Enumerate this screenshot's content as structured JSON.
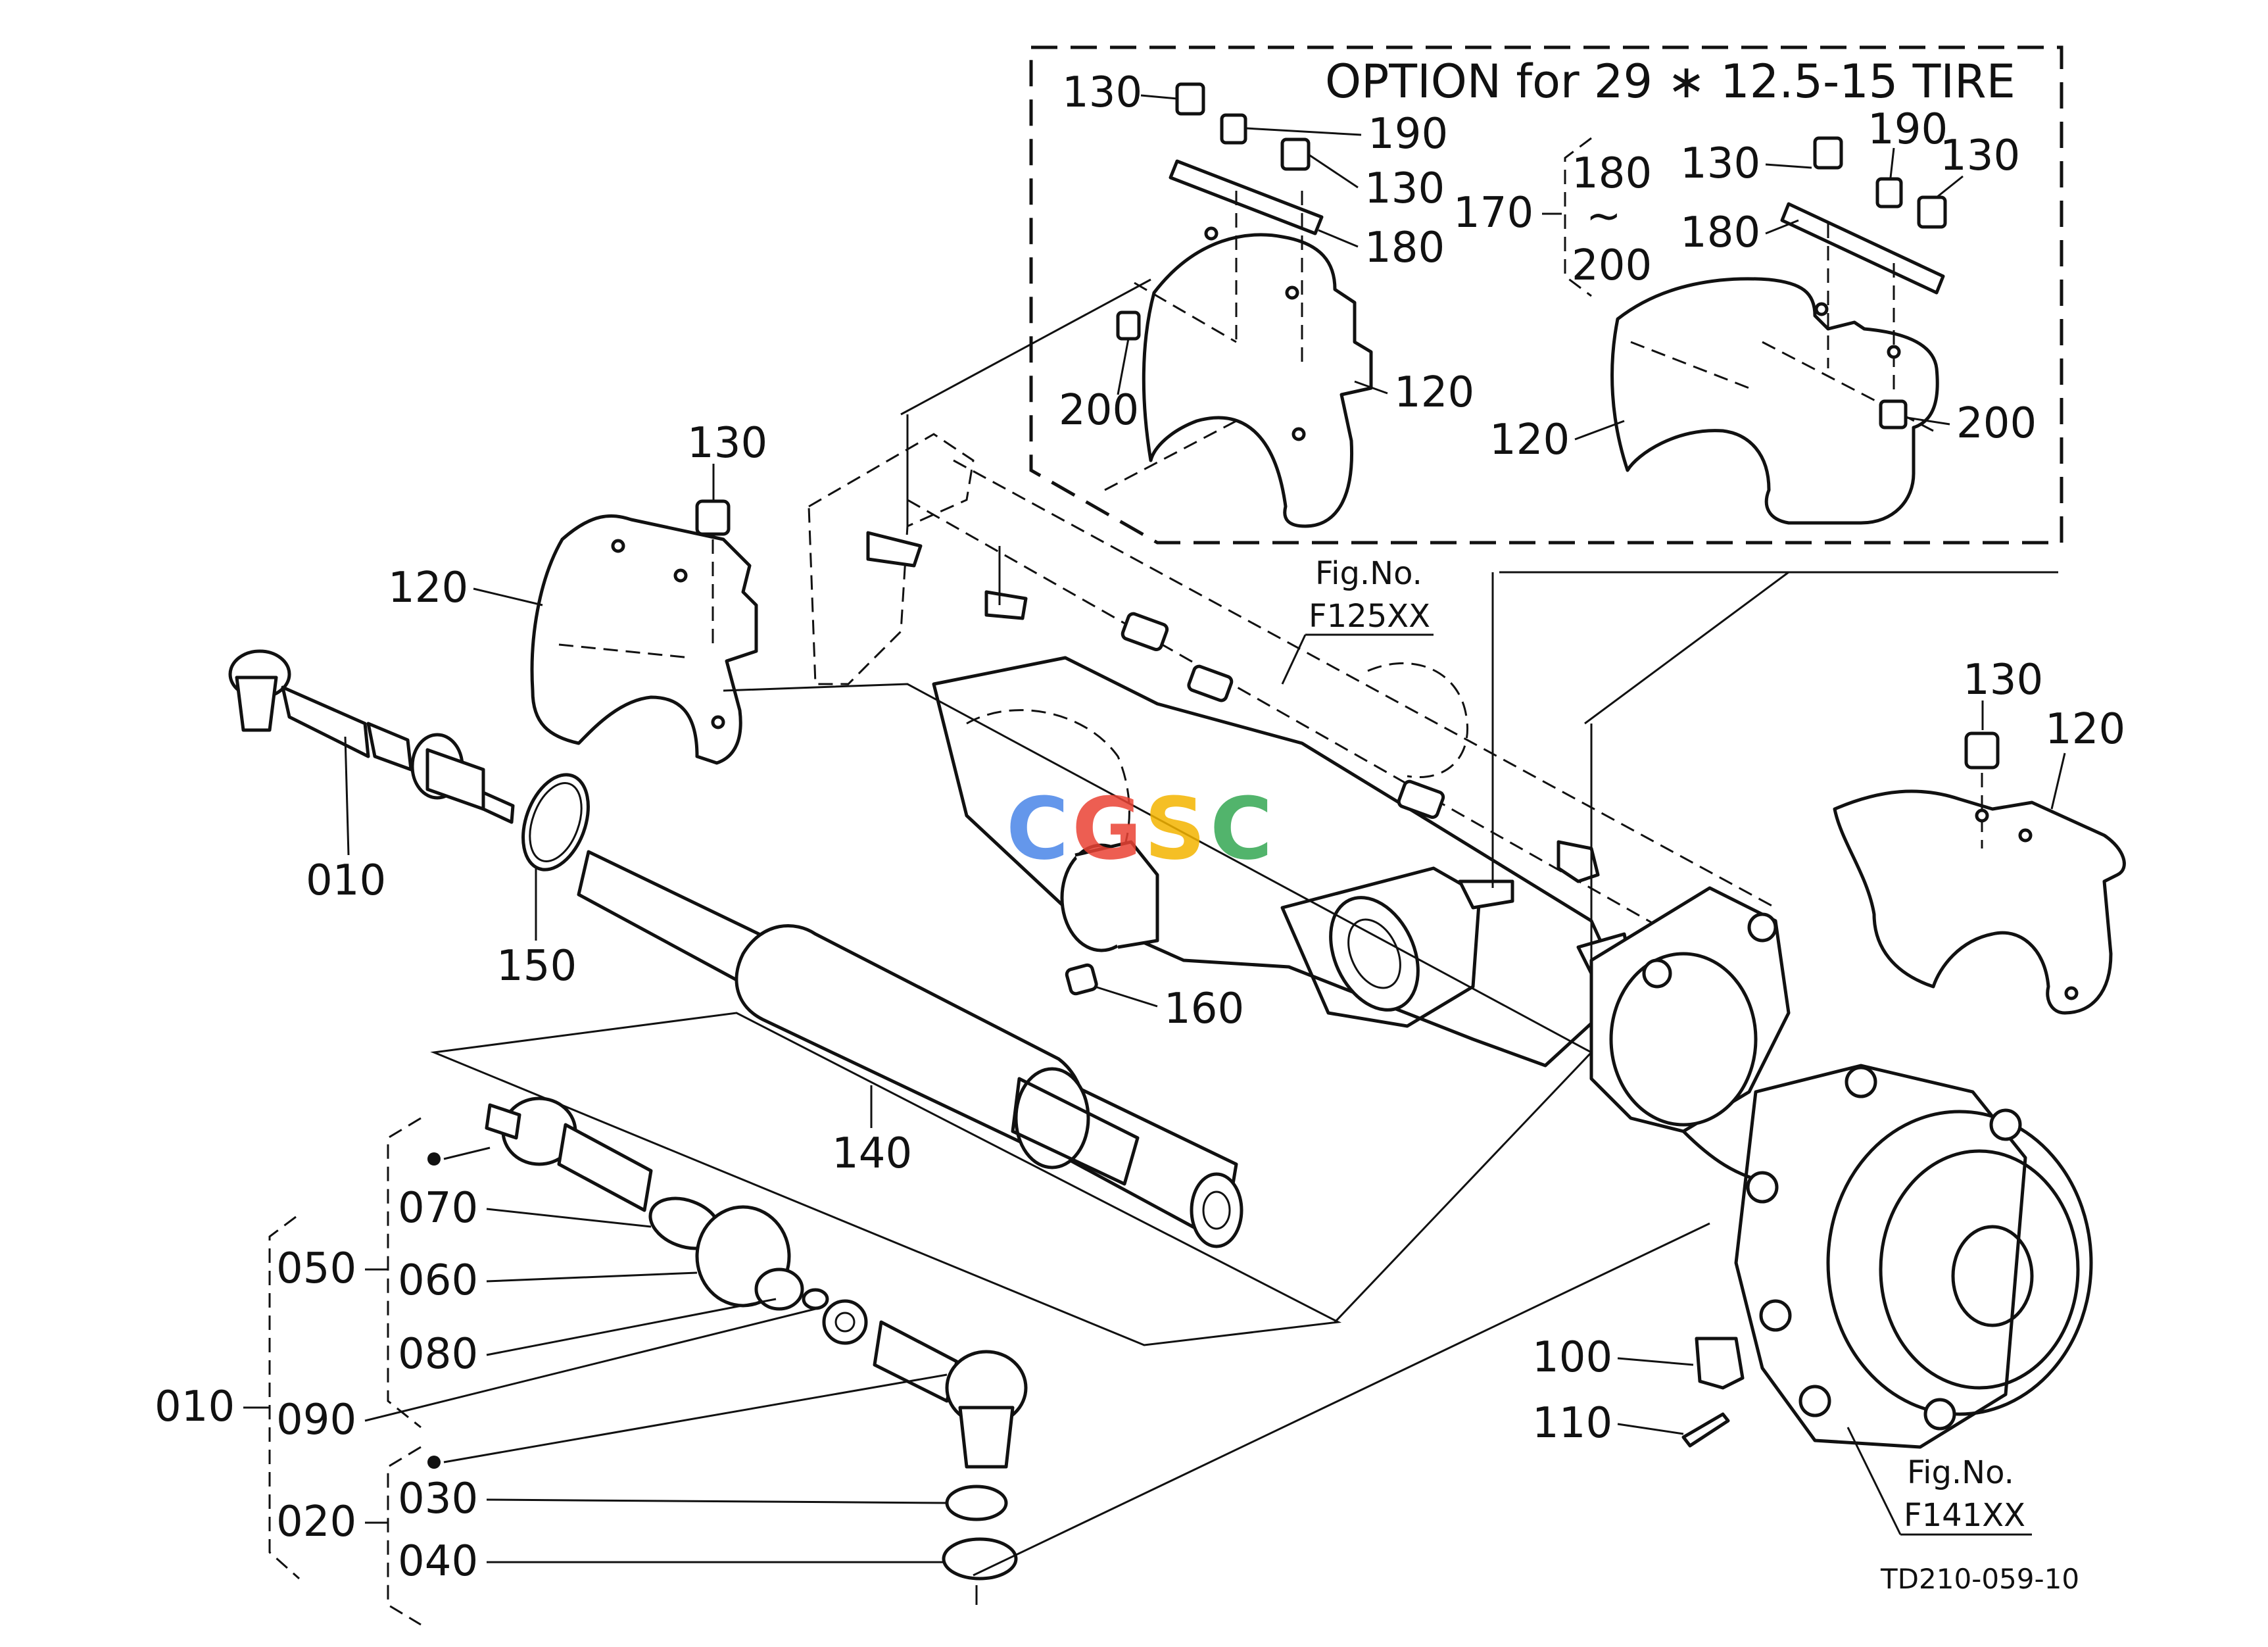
{
  "option_box": {
    "title": "OPTION for 29 ∗ 12.5-15 TIRE",
    "callouts": {
      "left_130": "130",
      "left_190": "190",
      "left_130b": "130",
      "left_180": "180",
      "left_200": "200",
      "left_120": "120",
      "range_170": "170",
      "range_top": "180",
      "range_tilde": "~",
      "range_bottom": "200",
      "right_130a": "130",
      "right_190": "190",
      "right_130b": "130",
      "right_180": "180",
      "right_120": "120",
      "right_200": "200"
    }
  },
  "main_callouts": {
    "p130_left": "130",
    "p120_left": "120",
    "p010_top": "010",
    "p150": "150",
    "p140": "140",
    "p160": "160",
    "p130_right": "130",
    "p120_right": "120",
    "p100": "100",
    "p110": "110"
  },
  "assembly_callouts": {
    "p070": "070",
    "p050": "050",
    "p060": "060",
    "p080": "080",
    "p010": "010",
    "p090": "090",
    "p030": "030",
    "p020": "020",
    "p040": "040"
  },
  "figure_refs": {
    "f125_top": "Fig.No.",
    "f125_bottom": "F125XX",
    "f141_top": "Fig.No.",
    "f141_bottom": "F141XX"
  },
  "drawing_code": "TD210-059-10",
  "watermark": {
    "letters": [
      "C",
      "G",
      "S",
      "C"
    ],
    "colors": [
      "#4a86e8",
      "#ea4335",
      "#f4b400",
      "#34a853"
    ]
  }
}
